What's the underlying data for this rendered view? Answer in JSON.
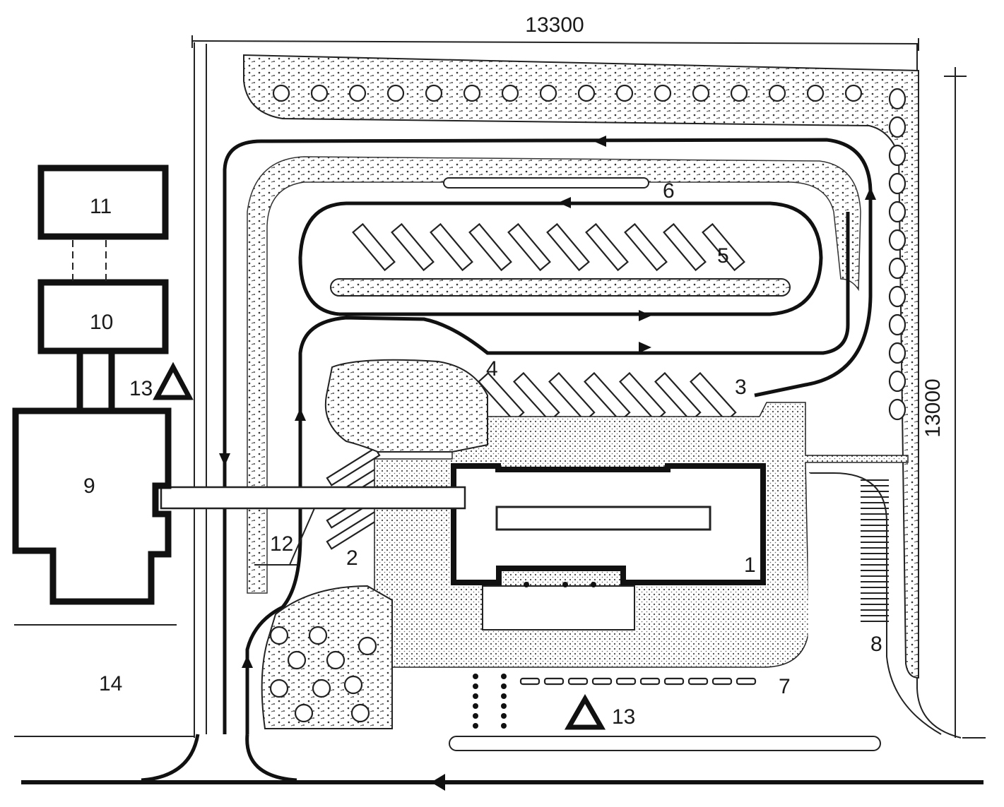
{
  "dimensions": {
    "width": "13300",
    "height": "13000"
  },
  "labels": {
    "l1": "1",
    "l2": "2",
    "l3": "3",
    "l4": "4",
    "l5": "5",
    "l6": "6",
    "l7": "7",
    "l8": "8",
    "l9": "9",
    "l10": "10",
    "l11": "11",
    "l12": "12",
    "l13a": "13",
    "l13b": "13",
    "l14": "14"
  },
  "colors": {
    "ink": "#111111",
    "paper": "#ffffff",
    "hatch": "#555555"
  },
  "icons": {
    "warning": "triangle-marker-icon",
    "flow": "arrow-icon"
  }
}
